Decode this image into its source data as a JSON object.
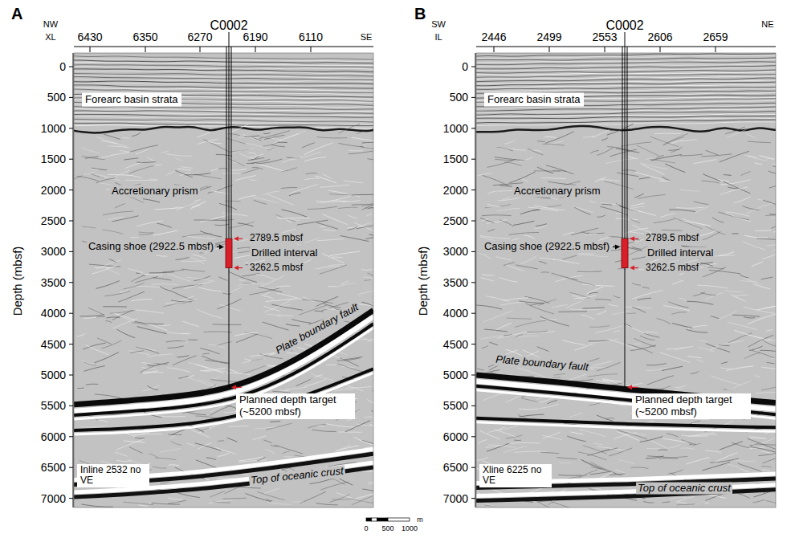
{
  "diagram": {
    "labels": [
      "A",
      "C0002",
      "NW",
      "XL",
      "SE",
      "6430",
      "6350",
      "6270",
      "6190",
      "6110",
      "0",
      "500",
      "1000",
      "1500",
      "2000",
      "2500",
      "3000",
      "3500",
      "4000",
      "4500",
      "5000",
      "5500",
      "6000",
      "6500",
      "7000",
      "Depth (mbsf)",
      "Forearc basin strata",
      "Accretionary prism",
      "Casing shoe (2922.5 mbsf)",
      "2789.5 mbsf",
      "Drilled interval",
      "3262.5 mbsf",
      "Plate boundary fault",
      "Planned depth target (~5200 mbsf)",
      "Top of oceanic crust",
      "Inline 2532 no VE",
      "B",
      "C0002",
      "SW",
      "IL",
      "NE",
      "2446",
      "2499",
      "2553",
      "2606",
      "2659",
      "0",
      "500",
      "1000",
      "1500",
      "2000",
      "2500",
      "3000",
      "3500",
      "4000",
      "4500",
      "5000",
      "5500",
      "6000",
      "6500",
      "7000",
      "Depth (mbsf)",
      "Forearc basin strata",
      "Accretionary prism",
      "Casing shoe (2922.5 mbsf)",
      "2789.5 mbsf",
      "Drilled interval",
      "3262.5 mbsf",
      "Plate boundary fault",
      "Planned depth target (~5200 mbsf)",
      "Top of oceanic crust",
      "Xline 6225 no VE",
      "0",
      "500",
      "1000",
      "m"
    ]
  }
}
